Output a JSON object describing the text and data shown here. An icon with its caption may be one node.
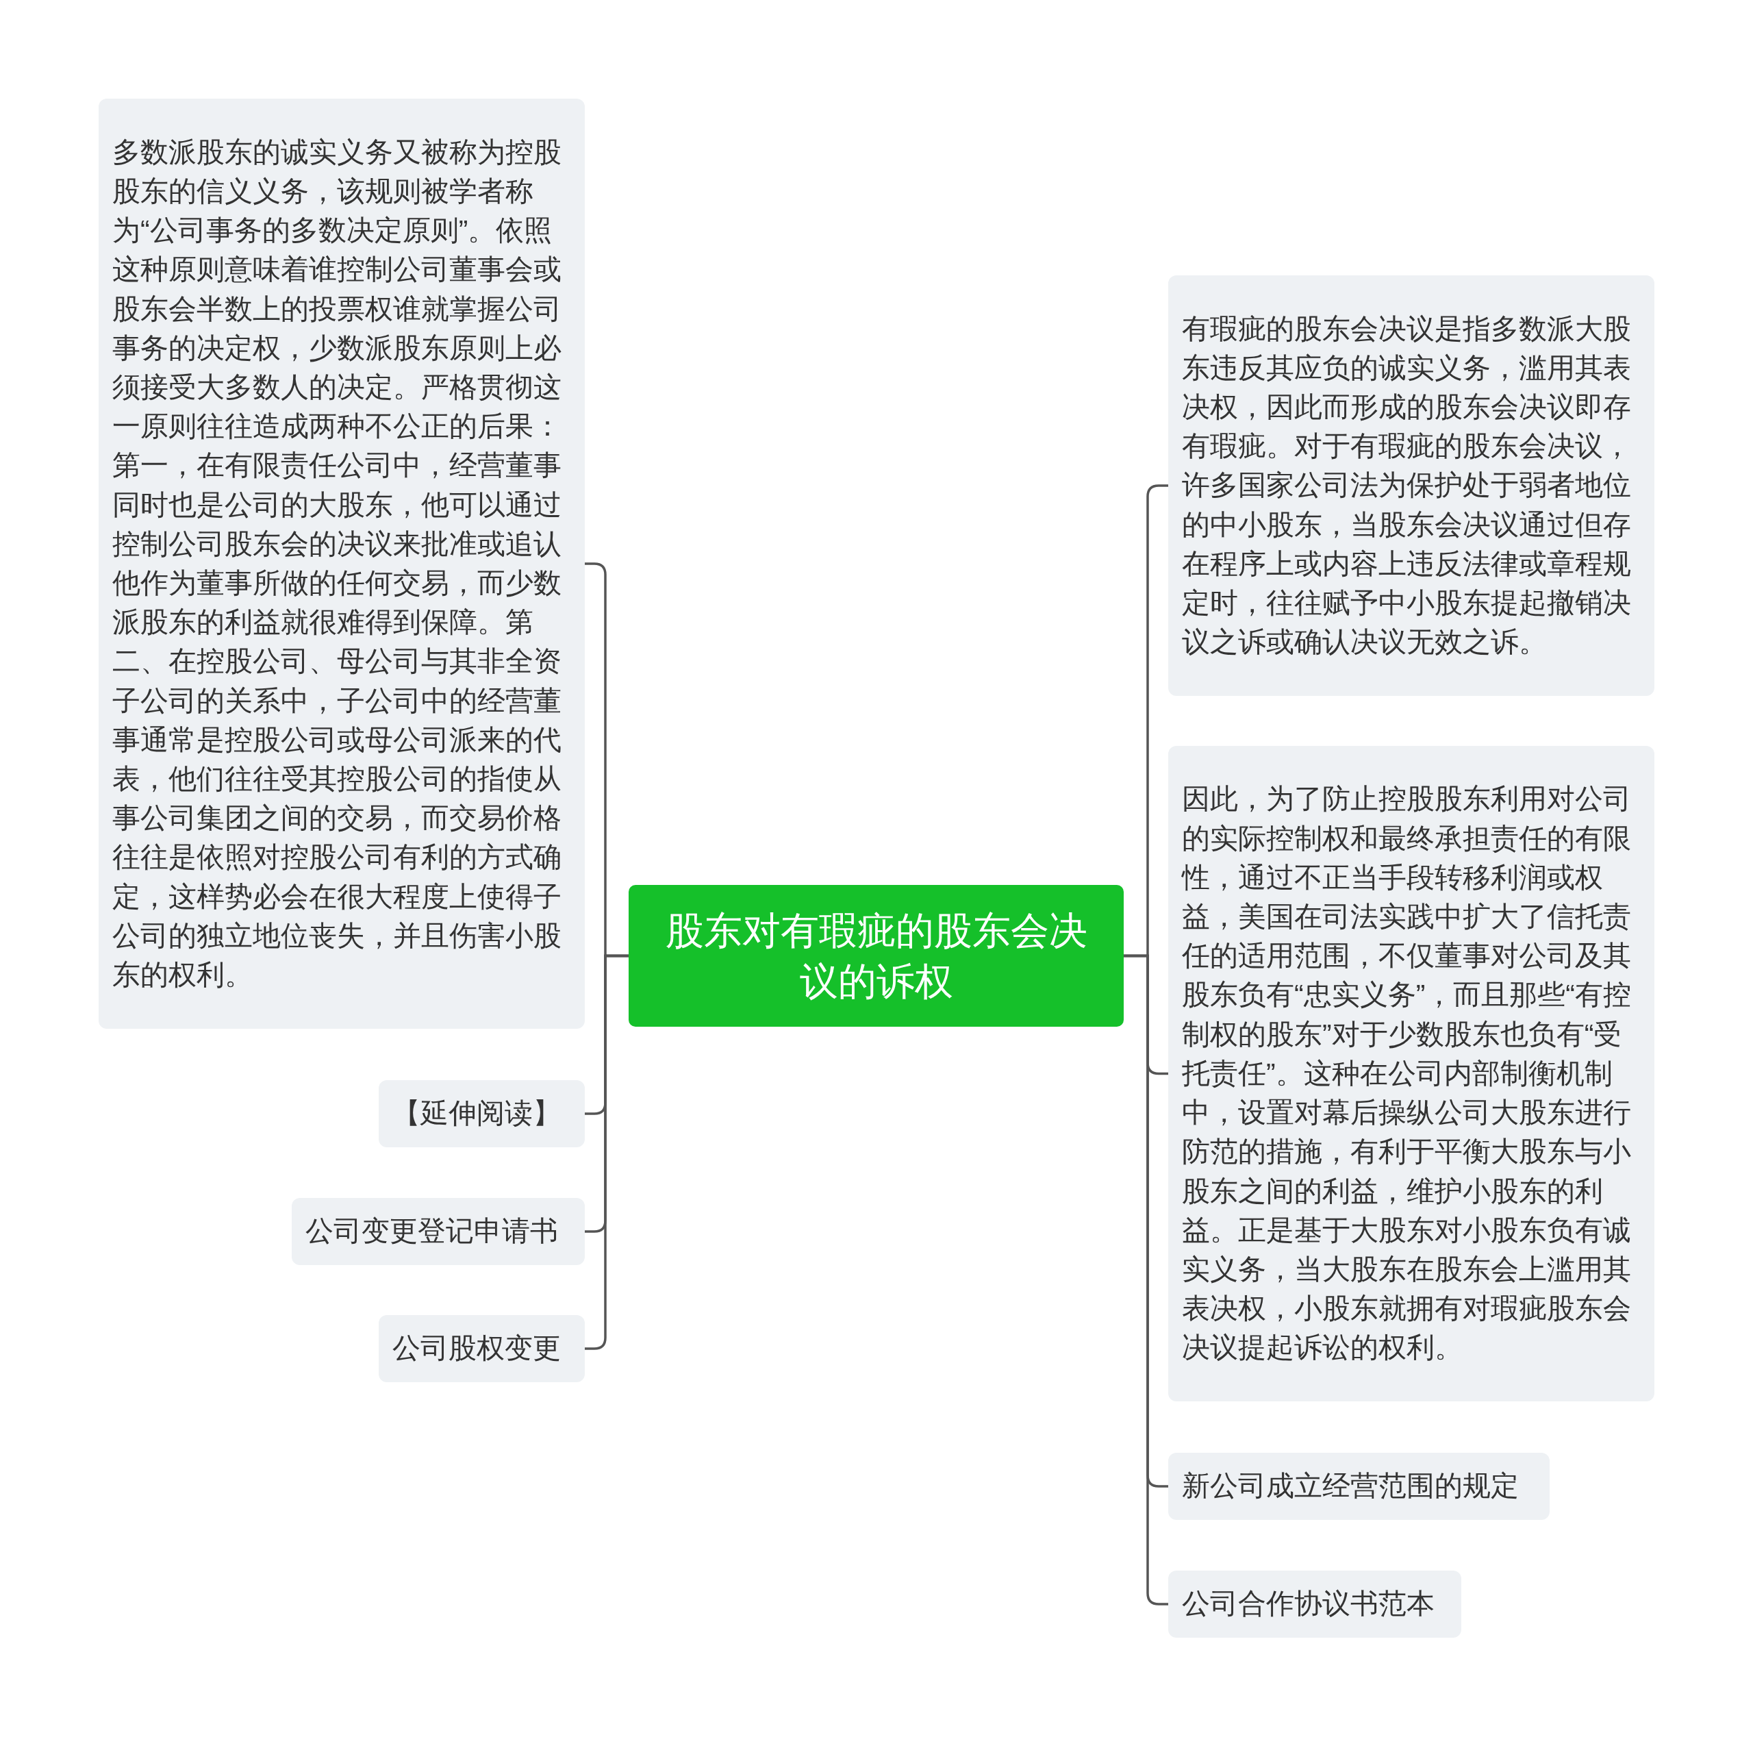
{
  "diagram": {
    "nodes": [
      {
        "text": [
          "股东对有瑕疵的股东会决议的诉权"
        ]
      },
      {
        "text": [
          "多数派股东的诚实义务又被称为控股股东的信义义务，该规则被学者称为“公司事务的多数决定原则”。依照这种原则意味着谁控制公司董事会或股东会半数上的投票权谁就掌握公司事务的决定权，少数派股东原则上必须接受大多数人的决定。严格贯彻这一原则往往造成两种不公正的后果：第一，在有限责任公司中，经营董事同时也是公司的大股东，他可以通过控制公司股东会的决议来批准或追认他作为董事所做的任何交易，而少数派股东的利益就很难得到保障。第二、在控股公司、母公司与其非全资子公司的关系中，子公司中的经营董事通常是控股公司或母公司派来的代表，他们往往受其控股公司的指使从事公司集团之间的交易，而交易价格往往是依照对控股公司有利的方式确定，这样势必会在很大程度上使得子公司的独立地位丧失，并且伤害小股东的权利。"
        ]
      },
      {
        "text": [
          "【延伸阅读】"
        ]
      },
      {
        "text": [
          "公司变更登记申请书"
        ]
      },
      {
        "text": [
          "公司股权变更"
        ]
      },
      {
        "text": [
          "有瑕疵的股东会决议是指多数派大股东违反其应负的诚实义务，滥用其表决权，因此而形成的股东会决议即存有瑕疵。对于有瑕疵的股东会决议，许多国家公司法为保护处于弱者地位的中小股东，当股东会决议通过但存在程序上或内容上违反法律或章程规定时，往往赋予中小股东提起撤销决议之诉或确认决议无效之诉。"
        ]
      },
      {
        "text": [
          "因此，为了防止控股股东利用对公司的实际控制权和最终承担责任的有限性，通过不正当手段转移利润或权益，美国在司法实践中扩大了信托责任的适用范围，不仅董事对公司及其股东负有“忠实义务”，而且那些“有控制权的股东”对于少数股东也负有“受托责任”。这种在公司内部制衡机制中，设置对幕后操纵公司大股东进行防范的措施，有利于平衡大股东与小股东之间的利益，维护小股东的利益。正是基于大股东对小股东负有诚实义务，当大股东在股东会上滥用其表决权，小股东就拥有对瑕疵股东会决议提起诉讼的权利。"
        ]
      },
      {
        "text": [
          "新公司成立经营范围的规定"
        ]
      },
      {
        "text": [
          "公司合作协议书范本"
        ]
      }
    ],
    "edges": [
      {
        "from": 0,
        "to": 1,
        "arrow": "none"
      },
      {
        "from": 0,
        "to": 2,
        "arrow": "none"
      },
      {
        "from": 0,
        "to": 3,
        "arrow": "none"
      },
      {
        "from": 0,
        "to": 4,
        "arrow": "none"
      },
      {
        "from": 0,
        "to": 5,
        "arrow": "none"
      },
      {
        "from": 0,
        "to": 6,
        "arrow": "none"
      },
      {
        "from": 0,
        "to": 7,
        "arrow": "none"
      },
      {
        "from": 0,
        "to": 8,
        "arrow": "none"
      }
    ]
  }
}
